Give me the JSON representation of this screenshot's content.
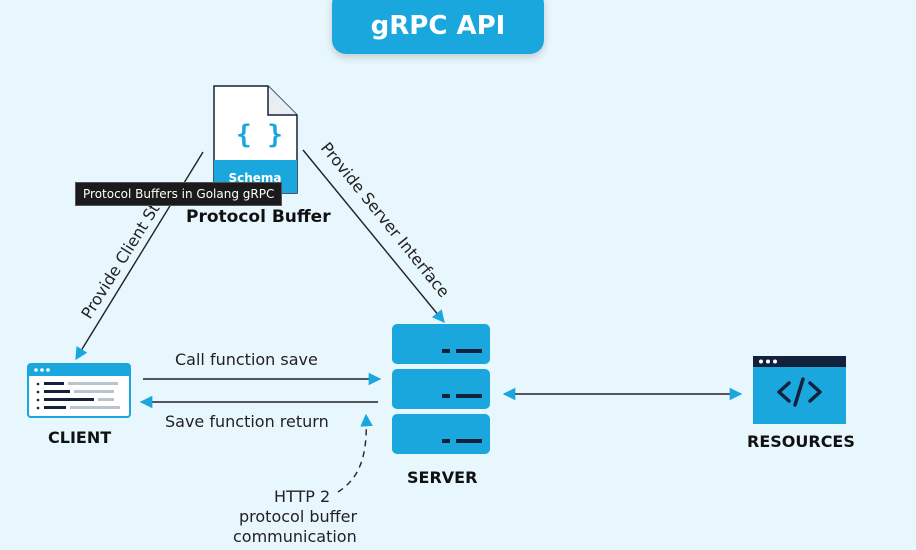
{
  "title": "gRPC API",
  "nodes": {
    "protocol_buffer": "Protocol Buffer",
    "schema": "Schema",
    "client": "CLIENT",
    "server": "SERVER",
    "resources": "RESOURCES"
  },
  "edges": {
    "provide_client": "Provide Client Stub",
    "provide_server": "Provide Server Interface",
    "call_function": "Call function save",
    "save_return": "Save function return",
    "http2_line1": "HTTP 2",
    "http2_line2": "protocol buffer",
    "http2_line3": "communication"
  },
  "tooltip": "Protocol Buffers in Golang gRPC",
  "colors": {
    "accent": "#1aa7dd",
    "background": "#e8f6fd",
    "dark": "#14213d"
  },
  "icons": [
    "code-braces-icon",
    "client-window-icon",
    "server-stack-icon",
    "code-window-icon"
  ]
}
